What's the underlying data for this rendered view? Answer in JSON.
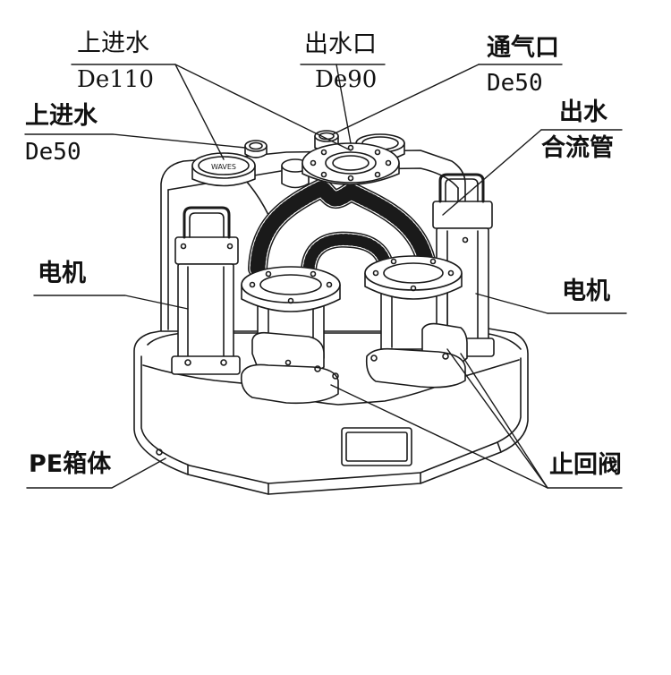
{
  "labels": {
    "inlet_top": {
      "name": "上进水",
      "size": "De110"
    },
    "outlet": {
      "name": "出水口",
      "size": "De90"
    },
    "vent": {
      "name": "通气口",
      "size": "De50"
    },
    "inlet_left": {
      "name": "上进水",
      "size": "De50"
    },
    "merge_pipe": {
      "line1": "出水",
      "line2": "合流管"
    },
    "motor_left": "电机",
    "motor_right": "电机",
    "tank": "PE箱体",
    "check_valve": "止回阀",
    "cap_brand": "WAVES"
  },
  "colors": {
    "line": "#1a1a1a",
    "background": "#ffffff"
  }
}
